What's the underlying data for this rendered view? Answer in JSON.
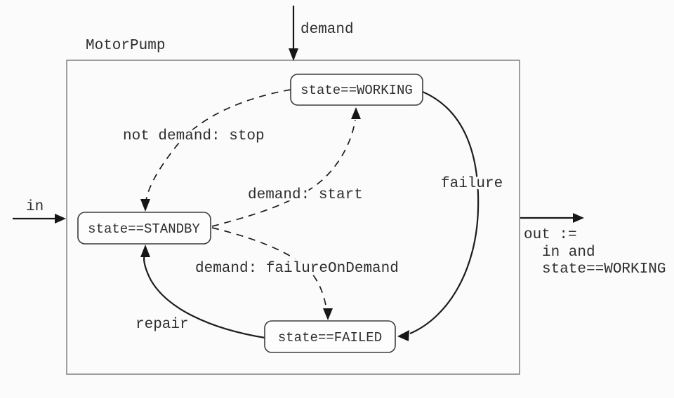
{
  "diagram": {
    "title": "MotorPump",
    "type": "state-machine",
    "colors": {
      "background": "#fbfbfb",
      "line": "#1c1c1c",
      "state_border": "#3c3c3c",
      "outer_border": "#7f7f7f",
      "text": "#2e2e2e"
    },
    "states": [
      {
        "id": "working",
        "label": "state==WORKING"
      },
      {
        "id": "standby",
        "label": "state==STANDBY"
      },
      {
        "id": "failed",
        "label": "state==FAILED"
      }
    ],
    "transitions": [
      {
        "from": "working",
        "to": "standby",
        "label": "not demand: stop",
        "style": "dashed"
      },
      {
        "from": "standby",
        "to": "working",
        "label": "demand: start",
        "style": "dashed"
      },
      {
        "from": "standby",
        "to": "failed",
        "label": "demand: failureOnDemand",
        "style": "dashed"
      },
      {
        "from": "working",
        "to": "failed",
        "label": "failure",
        "style": "solid"
      },
      {
        "from": "failed",
        "to": "standby",
        "label": "repair",
        "style": "solid"
      }
    ],
    "external": {
      "input_top": {
        "label": "demand"
      },
      "input_left": {
        "label": "in"
      },
      "output_right": {
        "line1": "out :=",
        "line2": "in and",
        "line3": "state==WORKING"
      }
    }
  }
}
